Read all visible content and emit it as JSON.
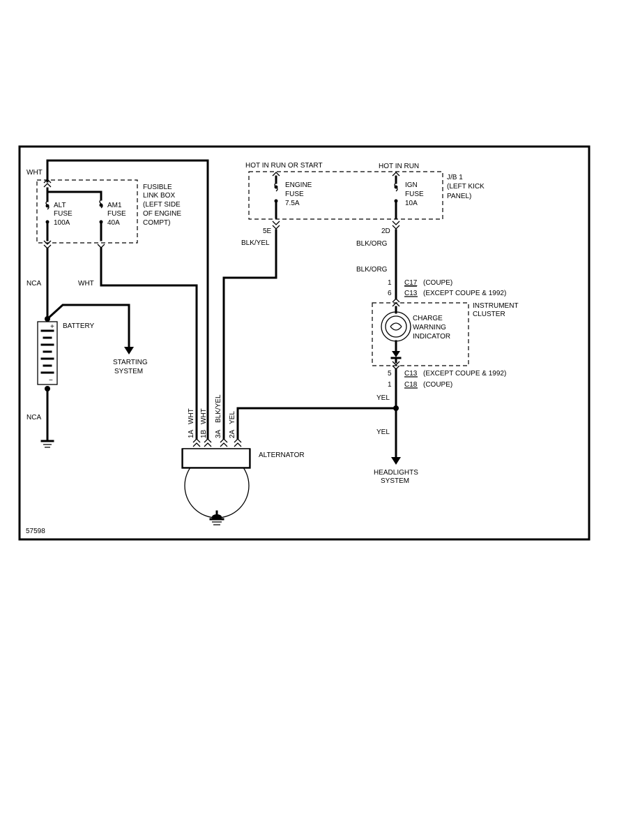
{
  "diagram_id": "57598",
  "top_labels": {
    "hot_run_start": "HOT IN RUN OR START",
    "hot_run": "HOT IN RUN"
  },
  "junction_block": {
    "line1": "J/B 1",
    "line2": "(LEFT KICK",
    "line3": "PANEL)"
  },
  "engine_fuse": {
    "line1": "ENGINE",
    "line2": "FUSE",
    "line3": "7.5A",
    "pin": "5E"
  },
  "ign_fuse": {
    "line1": "IGN",
    "line2": "FUSE",
    "line3": "10A",
    "pin": "2D"
  },
  "fusible_link_box": {
    "line1": "FUSIBLE",
    "line2": "LINK BOX",
    "line3": "(LEFT SIDE",
    "line4": "OF ENGINE",
    "line5": "COMPT)",
    "alt_fuse": {
      "line1": "ALT",
      "line2": "FUSE",
      "line3": "100A"
    },
    "am1_fuse": {
      "line1": "AM1",
      "line2": "FUSE",
      "line3": "40A"
    }
  },
  "wires": {
    "wht_top": "WHT",
    "wht_mid": "WHT",
    "nca_upper": "NCA",
    "nca_lower": "NCA",
    "blk_yel": "BLK/YEL",
    "blk_org_1": "BLK/ORG",
    "blk_org_2": "BLK/ORG",
    "yel_1": "YEL",
    "yel_2": "YEL"
  },
  "battery": {
    "label": "BATTERY",
    "plus": "+",
    "minus": "−"
  },
  "starting_system": {
    "line1": "STARTING",
    "line2": "SYSTEM"
  },
  "connectors": {
    "c17_top": {
      "pin": "1",
      "name": "C17",
      "note": "(COUPE)"
    },
    "c13_top": {
      "pin": "6",
      "name": "C13",
      "note": "(EXCEPT COUPE & 1992)"
    },
    "c13_bot": {
      "pin": "5",
      "name": "C13",
      "note": "(EXCEPT COUPE & 1992)"
    },
    "c18_bot": {
      "pin": "1",
      "name": "C18",
      "note": "(COUPE)"
    }
  },
  "instrument_cluster": {
    "line1": "INSTRUMENT",
    "line2": "CLUSTER"
  },
  "charge_indicator": {
    "line1": "CHARGE",
    "line2": "WARNING",
    "line3": "INDICATOR"
  },
  "alternator": {
    "label": "ALTERNATOR",
    "pins": [
      "1A",
      "1B",
      "3A",
      "2A"
    ],
    "wire_colors": [
      "WHT",
      "WHT",
      "BLK/YEL",
      "YEL"
    ]
  },
  "headlights": {
    "line1": "HEADLIGHTS",
    "line2": "SYSTEM"
  }
}
